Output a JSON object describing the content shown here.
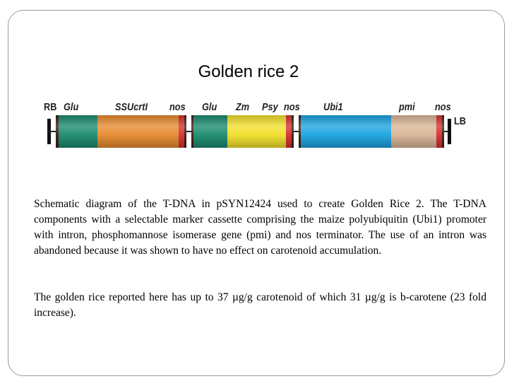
{
  "title": "Golden rice 2",
  "construct": {
    "labels": {
      "rb": "RB",
      "glu1": "Glu",
      "ssucrtl": "SSUcrtI",
      "nos1": "nos",
      "glu2": "Glu",
      "zm": "Zm",
      "psy": "Psy",
      "nos2": "nos",
      "ubi1": "Ubi1",
      "pmi": "pmi",
      "nos3": "nos",
      "lb": "LB"
    },
    "colors": {
      "promoter_glu": "#1a8a6e",
      "ssucrtl": "#e68a2e",
      "nos_terminator": "#d63030",
      "zm_psy": "#f2e02a",
      "ubi1": "#1aa3e0",
      "pmi": "#d9b596",
      "border_dark": "#3a1f14"
    }
  },
  "paragraphs": {
    "p1": "Schematic diagram of the T-DNA in pSYN12424 used to create Golden Rice 2. The T-DNA components with a selectable marker cassette comprising the maize polyubiquitin (Ubi1) promoter with intron, phosphomannose isomerase gene (pmi) and nos terminator. The use of an intron was abandoned because it was shown to have no effect on carotenoid accumulation.",
    "p2": "The golden rice reported here has up to 37 µg/g carotenoid of which 31 µg/g is b-carotene (23 fold increase)."
  }
}
